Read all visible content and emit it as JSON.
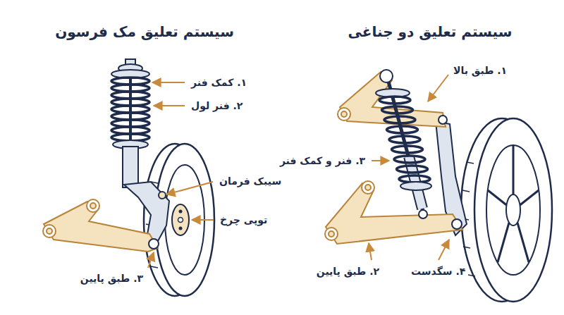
{
  "diagram": {
    "labels": [
      "سیستم تعلیق مک فرسون",
      "سیستم تعلیق دو جناغی",
      "۱. کمک فنر",
      "۲. فنر لول",
      "سیبک فرمان",
      "توپی چرخ",
      "۳. طبق پایین",
      "۱. طبق بالا",
      "۳. فنر و کمک فنر",
      "۲. طبق پایین",
      "۴. سگدست"
    ]
  }
}
